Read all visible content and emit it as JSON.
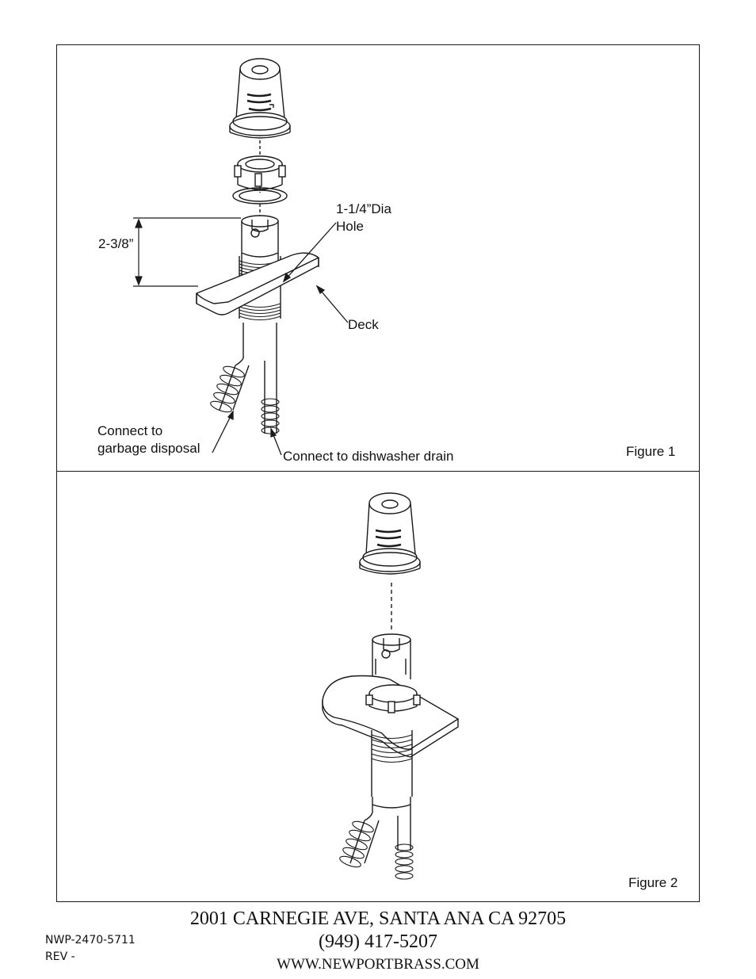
{
  "figure1": {
    "caption": "Figure 1",
    "dimension_label": "2-3/8”",
    "hole_label": [
      "1-1/4”Dia",
      "Hole"
    ],
    "deck_label": "Deck",
    "disposal_label": [
      "Connect to",
      "garbage disposal"
    ],
    "drain_label": "Connect to dishwasher drain"
  },
  "figure2": {
    "caption": "Figure 2"
  },
  "footer": {
    "address": "2001 CARNEGIE AVE, SANTA ANA CA 92705",
    "phone": "(949) 417-5207",
    "website": "WWW.NEWPORTBRASS.COM",
    "doc_number": "NWP-2470-5711",
    "revision": "REV -"
  }
}
